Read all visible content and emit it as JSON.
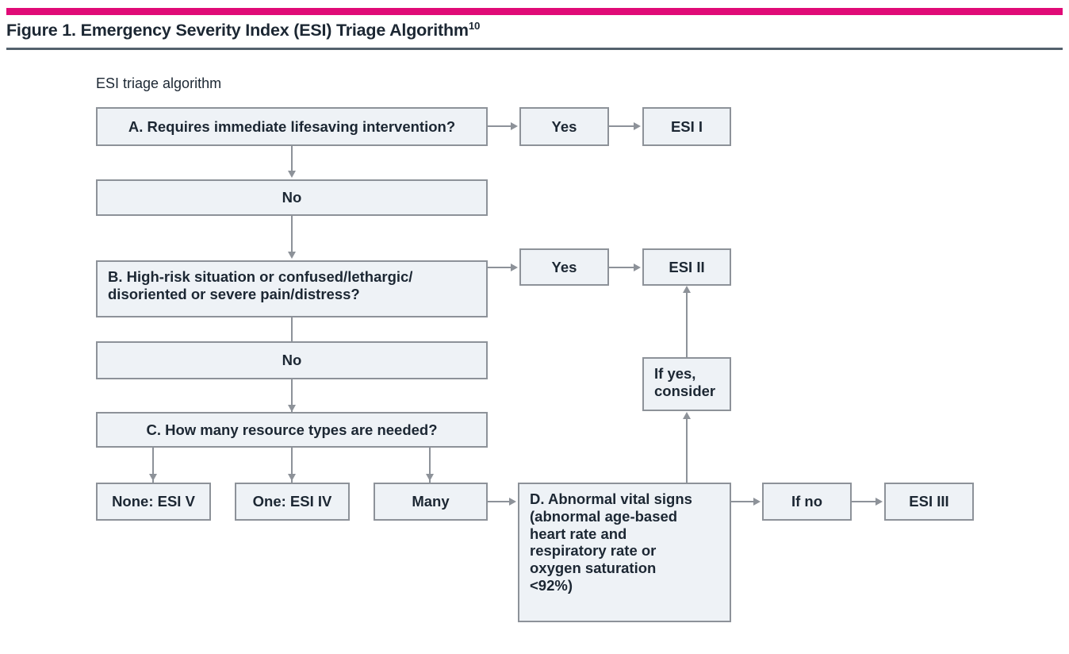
{
  "header": {
    "accent_color": "#e00b77",
    "rule_color": "#53616d",
    "title_prefix": "Figure 1. Emergency Severity Index (ESI) Triage Algorithm",
    "title_superscript": "10"
  },
  "figure": {
    "caption": "ESI triage algorithm",
    "box_fill": "#eef2f6",
    "box_border": "#8d9299",
    "connector_color": "#8d9299",
    "nodes": {
      "a_question": "A. Requires immediate lifesaving intervention?",
      "a_yes": "Yes",
      "esi_1": "ESI I",
      "a_no": "No",
      "b_question_line1": "B. High-risk situation or confused/lethargic/",
      "b_question_line2": "disoriented or severe pain/distress?",
      "b_yes": "Yes",
      "esi_2": "ESI II",
      "b_no": "No",
      "if_yes_line1": "If yes,",
      "if_yes_line2": "consider",
      "c_question": "C. How many resource types are needed?",
      "c_none": "None: ESI V",
      "c_one": "One: ESI IV",
      "c_many": "Many",
      "d_line1": "D. Abnormal vital signs",
      "d_line2": "(abnormal age-based",
      "d_line3": "heart rate and",
      "d_line4": "respiratory rate or",
      "d_line5": "oxygen saturation",
      "d_line6": "<92%)",
      "if_no": "If no",
      "esi_3": "ESI III"
    }
  }
}
